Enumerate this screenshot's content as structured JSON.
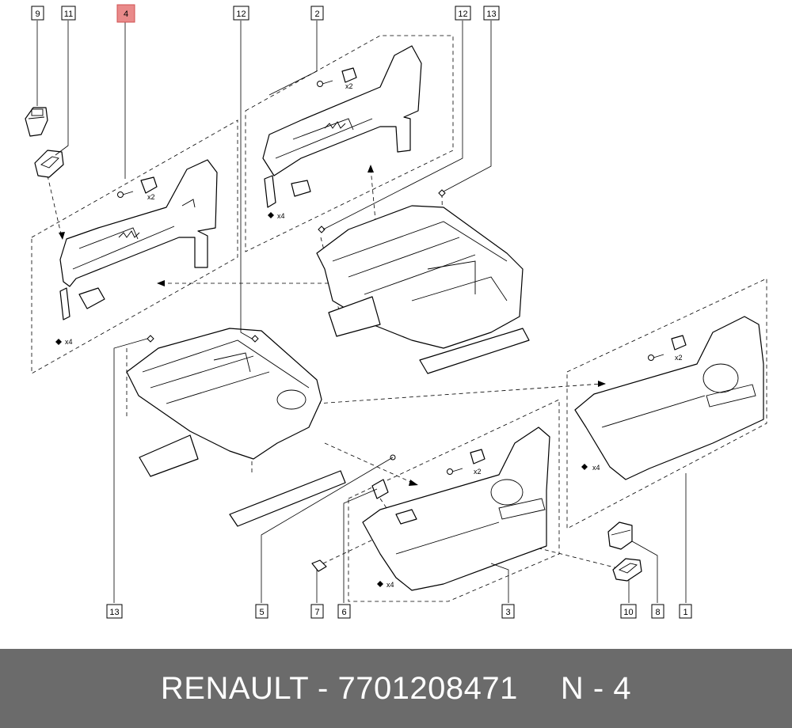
{
  "callouts": {
    "c9": "9",
    "c11": "11",
    "c4": "4",
    "c12a": "12",
    "c2": "2",
    "c12b": "12",
    "c13a": "13",
    "c13b": "13",
    "c5": "5",
    "c7": "7",
    "c6": "6",
    "c3": "3",
    "c10": "10",
    "c8": "8",
    "c1": "1"
  },
  "highlighted_callout": "4",
  "quantities": {
    "q_left_screw": "x2",
    "q_left_nut": "x4",
    "q_top_screw": "x2",
    "q_top_nut": "x4",
    "q_right_screw": "x2",
    "q_right_nut": "x4",
    "q_mid_screw": "x2",
    "q_mid_nut": "x4"
  },
  "footer": {
    "brand_part": "RENAULT - 7701208471",
    "ref": "N - 4"
  },
  "colors": {
    "highlight": "#e98a8a",
    "footer_bg": "#6b6b6b",
    "footer_text": "#ffffff"
  }
}
